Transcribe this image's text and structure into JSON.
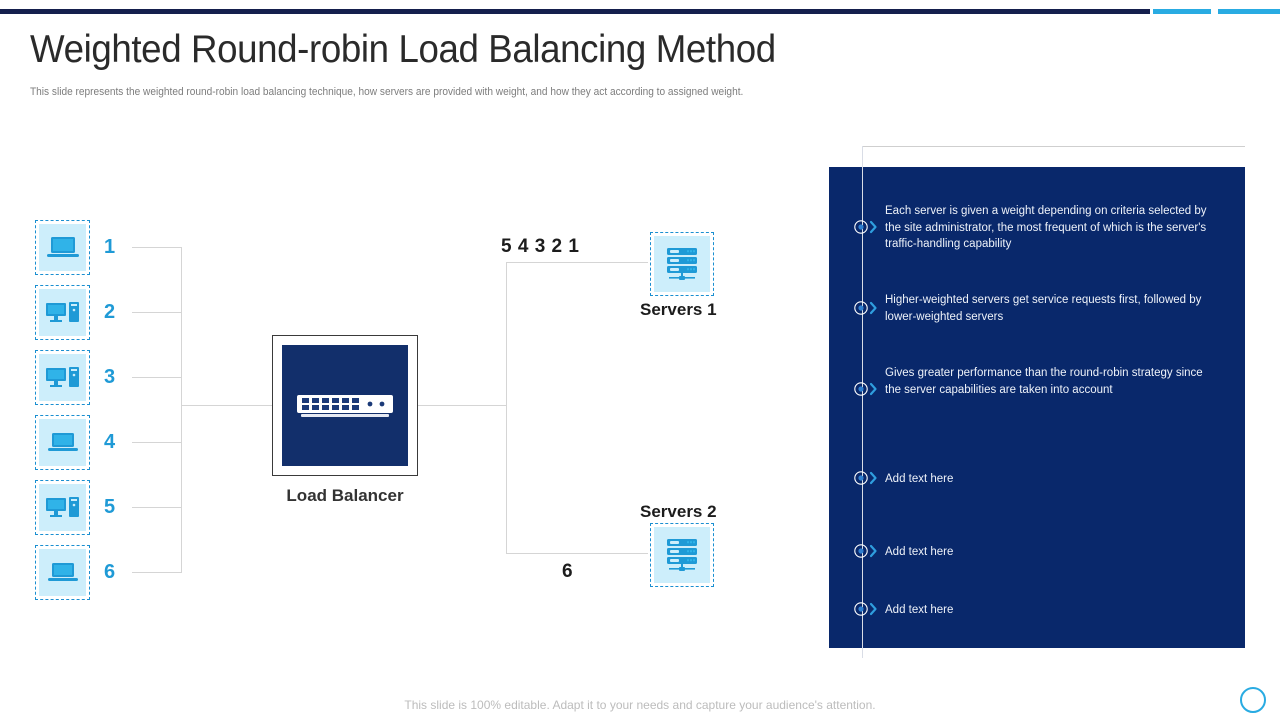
{
  "topbar": {
    "navy_color": "#151f4d",
    "accent_color": "#29abe2"
  },
  "header": {
    "title": "Weighted Round-robin Load Balancing Method",
    "subtitle": "This slide represents the weighted round-robin load balancing technique, how servers are provided with weight, and how they act according to assigned weight."
  },
  "diagram": {
    "clients": [
      {
        "num": "1",
        "icon": "laptop-icon"
      },
      {
        "num": "2",
        "icon": "desktop-computer-icon"
      },
      {
        "num": "3",
        "icon": "desktop-computer-icon"
      },
      {
        "num": "4",
        "icon": "laptop-icon"
      },
      {
        "num": "5",
        "icon": "desktop-computer-icon"
      },
      {
        "num": "6",
        "icon": "laptop-icon"
      }
    ],
    "load_balancer": {
      "label": "Load Balancer",
      "icon": "network-switch-icon"
    },
    "weights_top": "5  4  3  2  1",
    "weights_bottom": "6",
    "servers": [
      {
        "label": "Servers 1",
        "icon": "server-rack-icon"
      },
      {
        "label": "Servers 2",
        "icon": "server-rack-icon"
      }
    ]
  },
  "panel": {
    "background": "#09286b",
    "bullets": [
      {
        "text": "Each server is given a weight depending on criteria selected by the site administrator, the most frequent of which is the server's traffic-handling capability"
      },
      {
        "text": "Higher-weighted  servers  get service requests first, followed by lower-weighted  servers"
      },
      {
        "text": "Gives  greater  performance  than the round-robin strategy since the server  capabilities are taken into account"
      },
      {
        "text": "Add text here"
      },
      {
        "text": "Add text here"
      },
      {
        "text": "Add text here"
      }
    ]
  },
  "footer": {
    "note": "This slide is 100% editable. Adapt it to your needs and capture your audience's attention."
  }
}
